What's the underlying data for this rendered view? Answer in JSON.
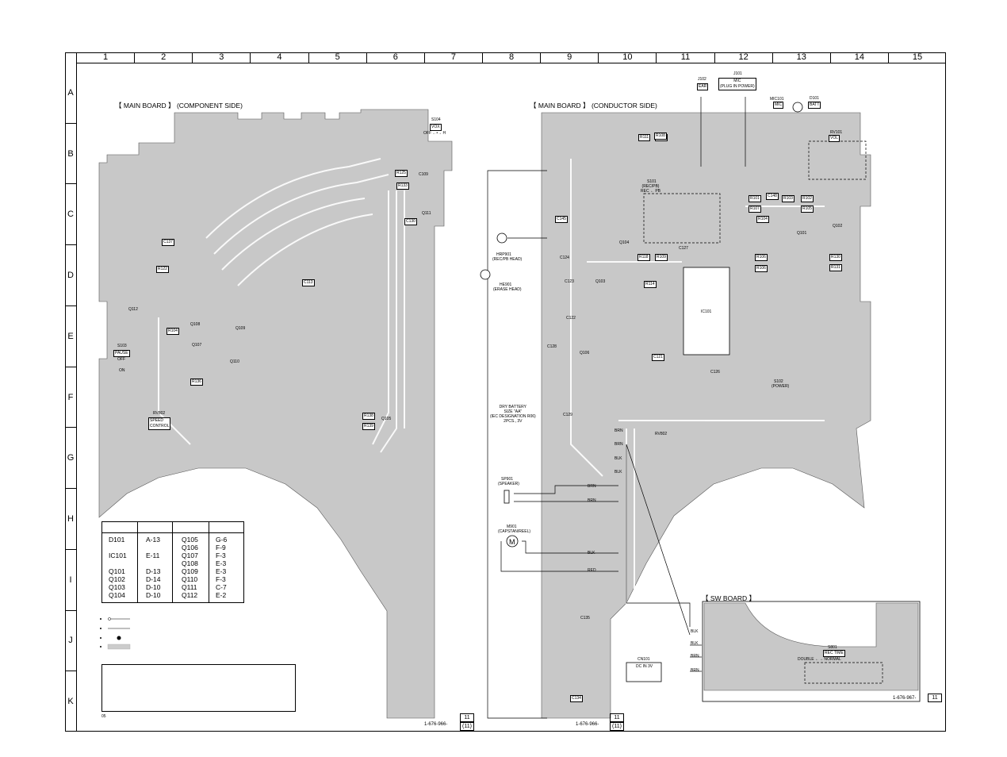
{
  "grid": {
    "columns": [
      "1",
      "2",
      "3",
      "4",
      "5",
      "6",
      "7",
      "8",
      "9",
      "10",
      "11",
      "12",
      "13",
      "14",
      "15"
    ],
    "rows": [
      "A",
      "B",
      "C",
      "D",
      "E",
      "F",
      "G",
      "H",
      "I",
      "J",
      "K"
    ]
  },
  "main_component": {
    "title": "【 MAIN BOARD 】",
    "subtitle": "(COMPONENT SIDE)",
    "board_no": "1-676-966-",
    "ref": "11",
    "ref2": "(11)"
  },
  "main_conductor": {
    "title": "【 MAIN BOARD 】",
    "subtitle": "(CONDUCTOR SIDE)",
    "board_no": "1-676-966-",
    "ref": "11",
    "ref2": "(11)"
  },
  "sw_board": {
    "title": "【 SW BOARD 】",
    "board_no": "1-676-967-",
    "ref": "11"
  },
  "location_table": {
    "col1": [
      "D101",
      "",
      "IC101",
      "",
      "Q101",
      "Q102",
      "Q103",
      "Q104"
    ],
    "col2": [
      "A-13",
      "",
      "E-11",
      "",
      "D-13",
      "D-14",
      "D-10",
      "D-10"
    ],
    "col3": [
      "Q105",
      "Q106",
      "Q107",
      "Q108",
      "Q109",
      "Q110",
      "Q111",
      "Q112"
    ],
    "col4": [
      "G-6",
      "F-9",
      "F-3",
      "E-3",
      "E-3",
      "F-3",
      "C-7",
      "E-2"
    ]
  },
  "footnote": "05",
  "components_left": {
    "s104": "S104",
    "s104_label": "VOX",
    "s104_pos": "OFF ←•→ H",
    "q112": "Q112",
    "s103": "S103",
    "s103_label": "PAUSE",
    "s103_pos1": "OFF",
    "s103_pos2": "ON",
    "rv802": "RV802",
    "rv802_label": "SPEED\nCONTROL",
    "q108": "Q108",
    "q107": "Q107",
    "q109": "Q109",
    "q110": "Q110",
    "q111": "Q111",
    "q105": "Q105",
    "c137": "C137",
    "r122": "R122",
    "r104": "R104",
    "r136": "R136",
    "r138": "R138",
    "r139": "R139",
    "r125": "R125",
    "r133": "R133",
    "c109": "C109",
    "c130": "C130",
    "c113": "C113"
  },
  "components_right": {
    "j102": "J102",
    "j102_label": "EAR",
    "j101": "J101",
    "j101_label": "MIC\n(PLUG IN POWER)",
    "mic101": "MIC101",
    "mic101_label": "MIC",
    "d101": "D101",
    "d101_label": "BATT",
    "rv101": "RV101",
    "rv101_label": "VOL",
    "s101": "S101",
    "s101_label": "(REC/PB)\nREC ← PB",
    "hrp901": "HRP901",
    "hrp901_label": "(REC/PB HEAD)",
    "he901": "HE901",
    "he901_label": "(ERASE HEAD)",
    "battery": "DRY BATTERY\nSIZE \"AA\"\n(IEC DESIGNATION R06)\n2PCS., 3V",
    "sp901": "SP901",
    "sp901_label": "(SPEAKER)",
    "m901": "M901",
    "m901_label": "(CAPSTAN/REEL)",
    "ic101": "IC101",
    "q104": "Q104",
    "q103": "Q103",
    "q106": "Q106",
    "q101": "Q101",
    "q102": "Q102",
    "s102": "S102",
    "s102_label": "(POWER)",
    "cn101": "CN101",
    "cn101_label": "DC IN 3V",
    "c145": "C145",
    "c146": "C146",
    "c148": "C148",
    "c121": "C121",
    "c122": "C122",
    "c123": "C123",
    "c124": "C124",
    "c126": "C126",
    "c127": "C127",
    "c128": "C128",
    "c129": "C129",
    "c135": "C135",
    "c134": "C134",
    "r101": "R101",
    "r102": "R102",
    "r103": "R103",
    "r130": "R130",
    "r131": "R131",
    "r107": "R107",
    "r104": "R104",
    "r106": "R106",
    "r105": "R105",
    "r118": "R118",
    "r114": "R114",
    "r109": "R109",
    "r108": "R108",
    "r111": "R111",
    "r106b": "R106",
    "r802": "RV802",
    "wire_brn": "BRN",
    "wire_blk": "BLK",
    "wire_red": "RED"
  },
  "sw_components": {
    "s801": "S801",
    "s801_label": "REC TIME",
    "s801_pos": "DOUBLE ←→ NORMAL",
    "blk": "BLK",
    "brn": "BRN"
  },
  "colors": {
    "copper": "#c8c8c8",
    "ink": "#000000",
    "paper": "#ffffff"
  }
}
